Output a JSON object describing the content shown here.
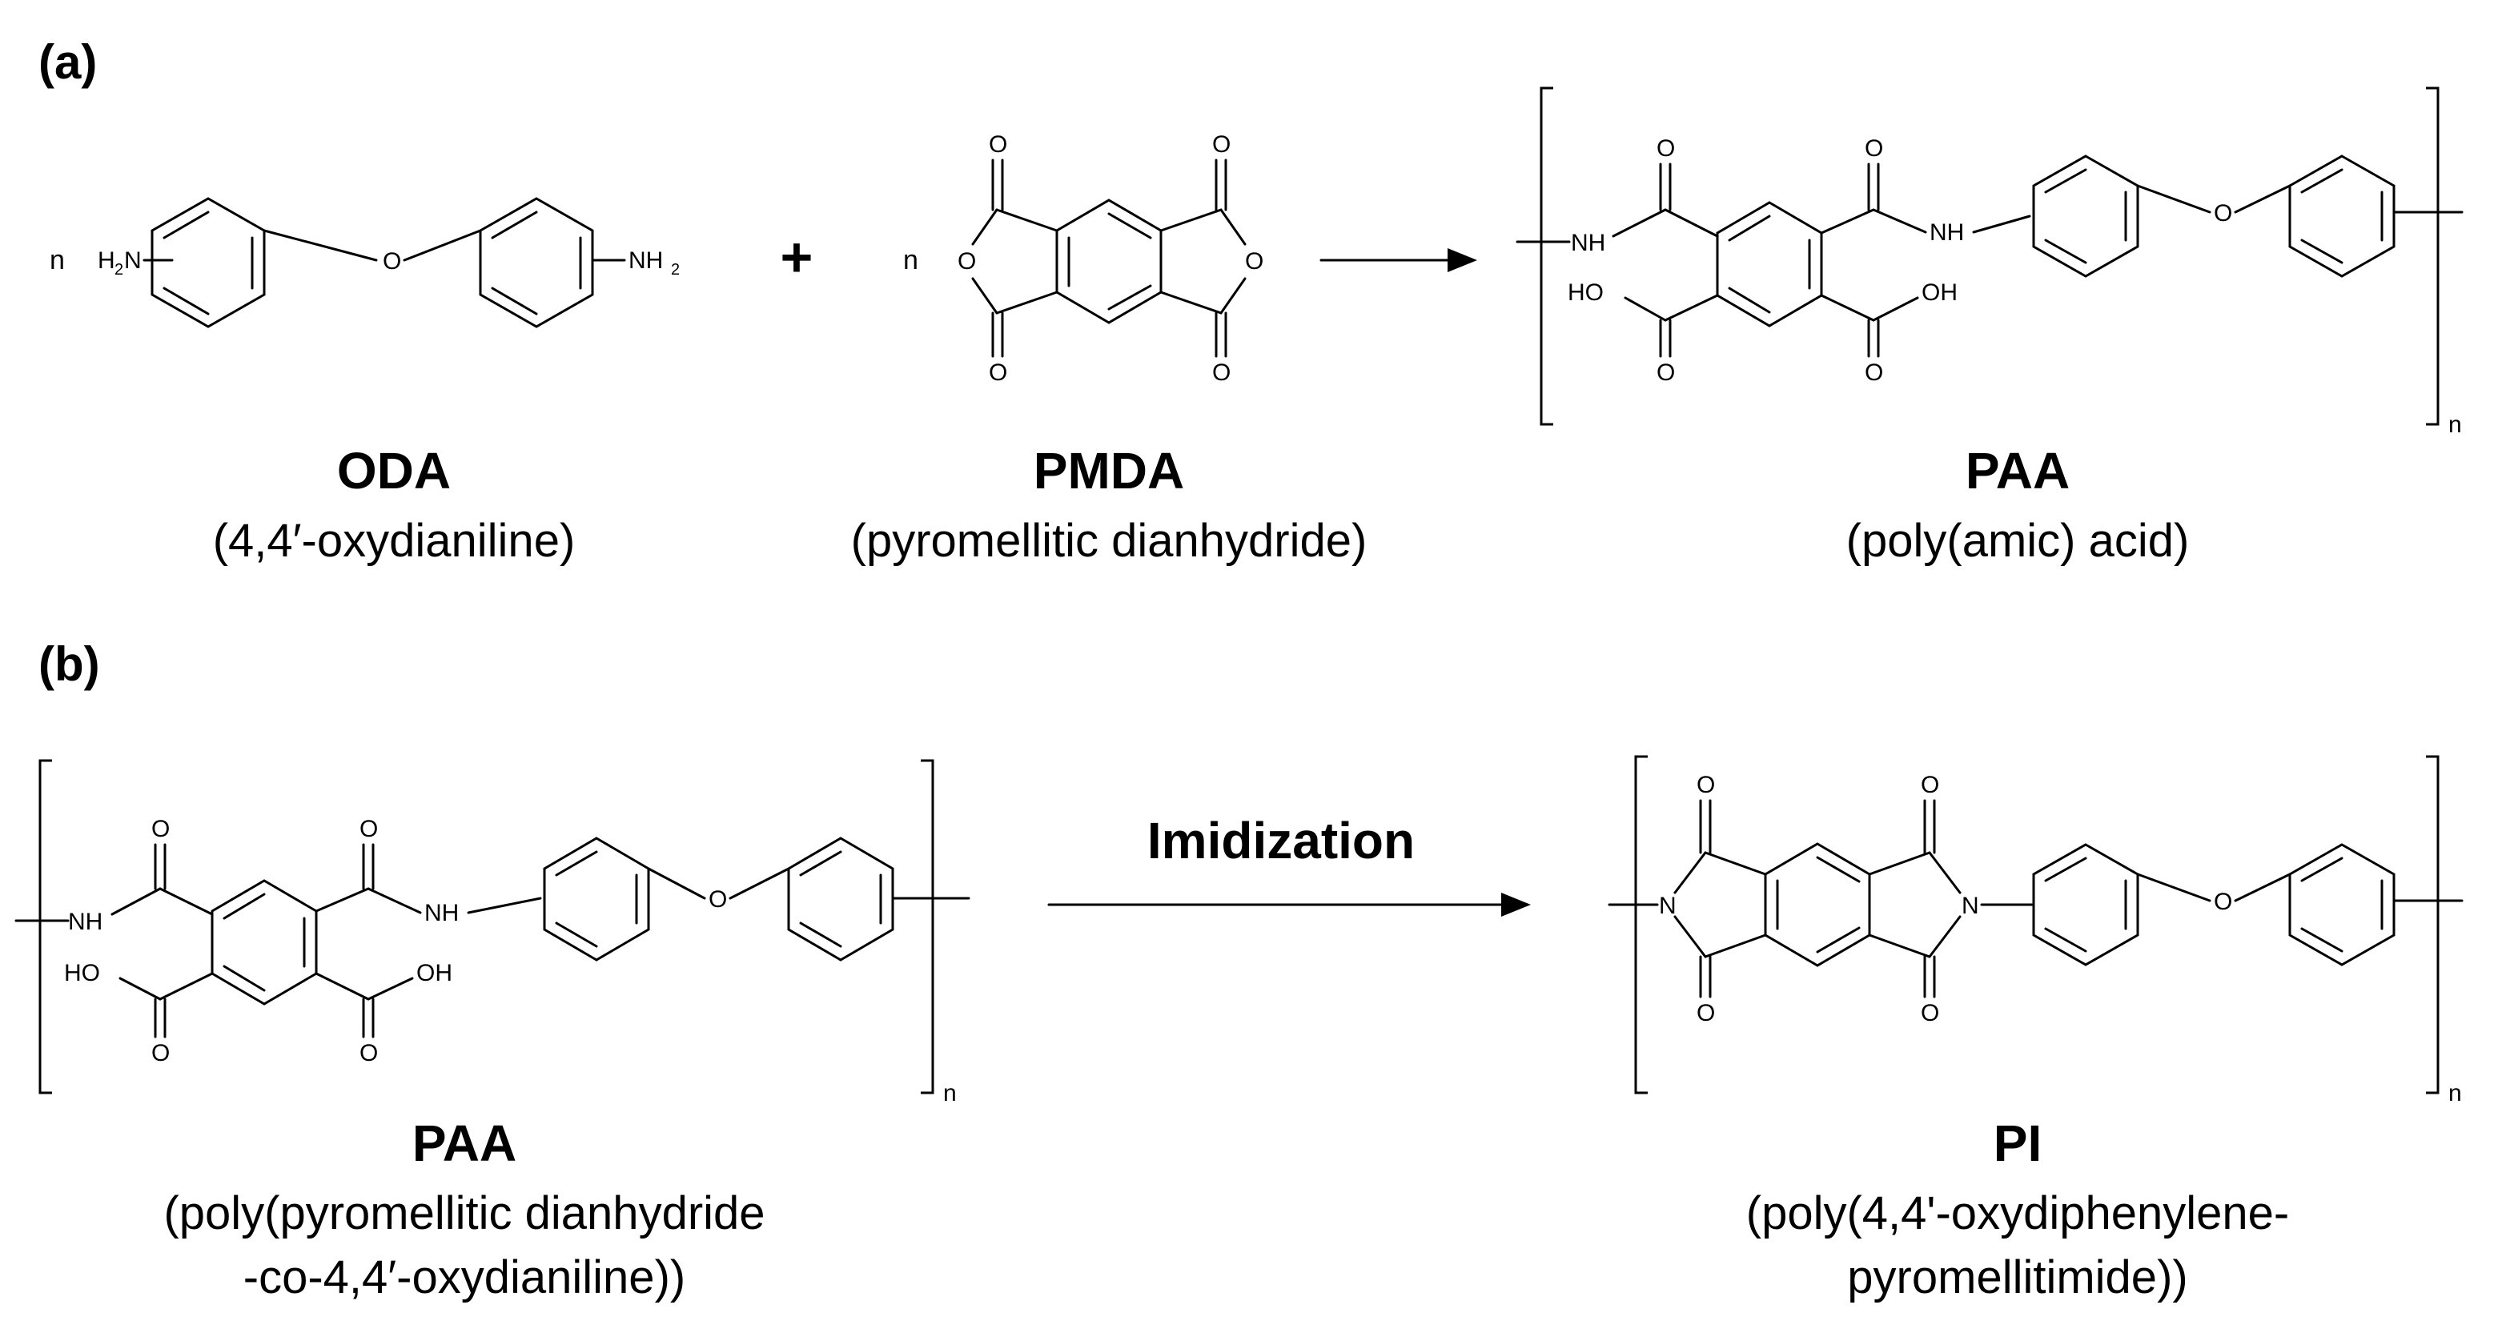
{
  "panels": {
    "a": "(a)",
    "b": "(b)"
  },
  "molecules": {
    "oda": {
      "name": "ODA",
      "full_name": "(4,4′-oxydianiline)",
      "coefficient": "n",
      "amine": "NH",
      "amine_left": "H",
      "amine_sub": "2",
      "oxygen": "O"
    },
    "pmda": {
      "name": "PMDA",
      "full_name": "(pyromellitic dianhydride)",
      "coefficient": "n",
      "oxygen": "O"
    },
    "paa_a": {
      "name": "PAA",
      "full_name": "(poly(amic) acid)",
      "repeat": "n"
    },
    "paa_b": {
      "name": "PAA",
      "full_name_line1": "(poly(pyromellitic dianhydride",
      "full_name_line2": "-co-4,4′-oxydianiline))",
      "repeat": "n"
    },
    "pi": {
      "name": "PI",
      "full_name_line1": "(poly(4,4'-oxydiphenylene-",
      "full_name_line2": "pyromellitimide))",
      "repeat": "n"
    }
  },
  "atoms": {
    "nh": "NH",
    "ho": "HO",
    "oh": "OH",
    "o": "O",
    "n": "N"
  },
  "reaction": {
    "plus": "+",
    "imidization_label": "Imidization"
  }
}
